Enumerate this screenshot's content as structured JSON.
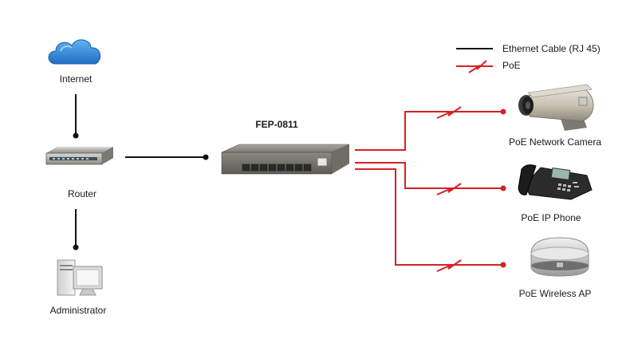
{
  "switch": {
    "model": "FEP-0811"
  },
  "nodes": {
    "internet": "Internet",
    "router": "Router",
    "administrator": "Administrator",
    "camera": "PoE Network Camera",
    "phone": "PoE IP Phone",
    "ap": "PoE Wireless AP"
  },
  "legend": {
    "ethernet": "Ethernet Cable (RJ 45)",
    "poe": "PoE"
  },
  "colors": {
    "ethernet": "#111111",
    "poe": "#d81f26",
    "cloud": "#2a7fd0"
  }
}
